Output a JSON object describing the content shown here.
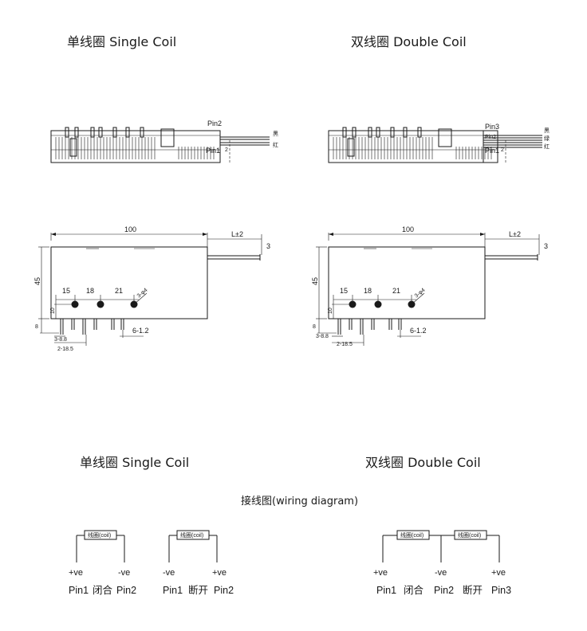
{
  "titles": {
    "single_top": "单线圈 Single Coil",
    "double_top": "双线圈 Double Coil",
    "single_bottom": "单线圈 Single Coil",
    "double_bottom": "双线圈 Double Coil",
    "wiring": "接线图(wiring diagram)"
  },
  "side_view": {
    "pin1": "Pin1",
    "pin2": "Pin2",
    "pin3": "Pin3",
    "height_mark": "2",
    "wire_black": "黑",
    "wire_red": "红",
    "wire_green": "绿"
  },
  "front_view": {
    "length": "100",
    "lead": "L±2",
    "lead_end": "3",
    "height": "45",
    "spacing_a": "15",
    "spacing_b": "18",
    "spacing_c": "21",
    "hole": "3-φ4",
    "hole_offset": "10",
    "pin_len": "8",
    "pin_pitch": "6-1.2",
    "pin_w": "3-8.8",
    "pin_span": "2-18.5"
  },
  "wiring": {
    "coil_label": "线圈(coil)",
    "pos": "+ve",
    "neg": "-ve",
    "s_close_pin1": "Pin1",
    "s_close_state": "闭合",
    "s_close_pin2": "Pin2",
    "s_open_pin1": "Pin1",
    "s_open_state": "断开",
    "s_open_pin2": "Pin2",
    "d_pin1": "Pin1",
    "d_close": "闭合",
    "d_pin2": "Pin2",
    "d_open": "断开",
    "d_pin3": "Pin3"
  }
}
